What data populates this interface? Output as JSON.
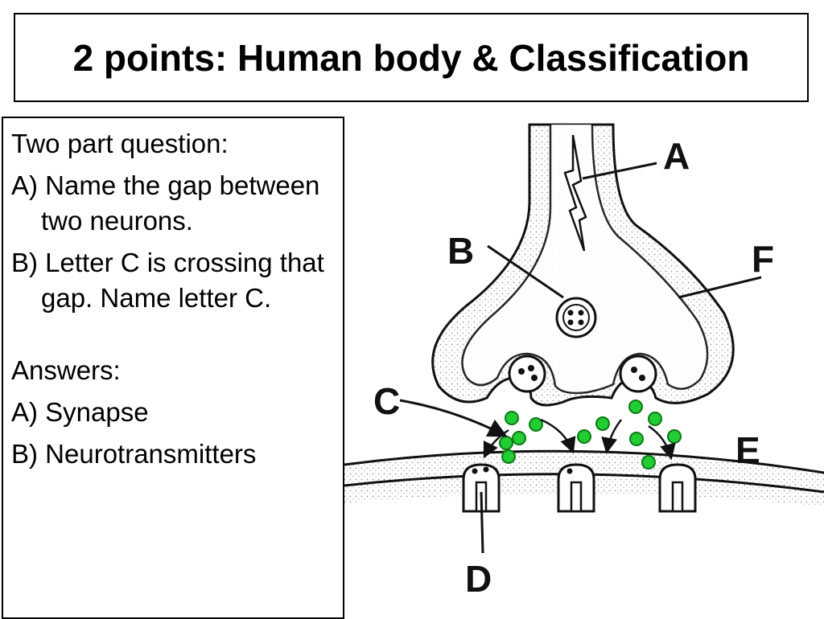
{
  "title": "2 points: Human body & Classification",
  "question": {
    "intro": "Two part question:",
    "part_a": "A) Name the gap between two neurons.",
    "part_b": "B) Letter C is crossing that gap. Name letter C."
  },
  "answers": {
    "heading": "Answers:",
    "a": "A) Synapse",
    "b": "B) Neurotransmitters"
  },
  "diagram": {
    "labels": {
      "a": "A",
      "b": "B",
      "c": "C",
      "d": "D",
      "e": "E",
      "f": "F"
    },
    "colors": {
      "neurotransmitter": "#22cc33",
      "line": "#111111",
      "stipple": "#9a9a9a"
    }
  }
}
